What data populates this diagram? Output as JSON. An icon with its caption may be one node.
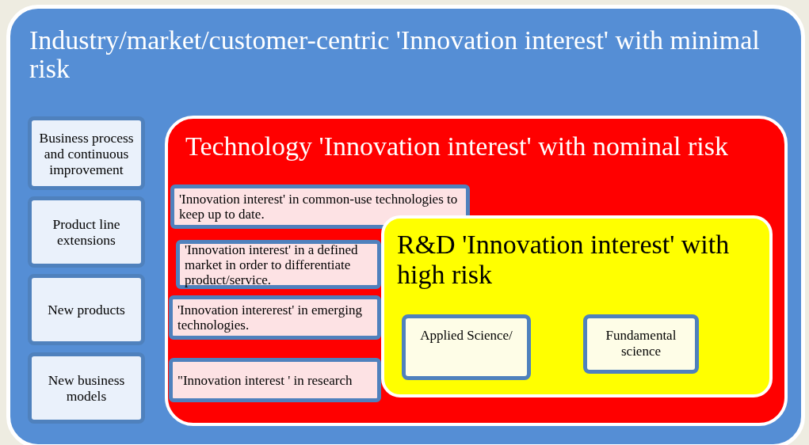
{
  "diagram": {
    "nodes": [
      {
        "text": [
          "Industry/market/customer-centric 'Innovation interest' with minimal risk"
        ]
      },
      {
        "text": [
          "Business process and continuous improvement"
        ],
        "in": 0
      },
      {
        "text": [
          "Product line extensions"
        ],
        "in": 0
      },
      {
        "text": [
          "New products"
        ],
        "in": 0
      },
      {
        "text": [
          "New business models"
        ],
        "in": 0
      },
      {
        "text": [
          "Technology 'Innovation interest' with nominal risk"
        ],
        "in": 0
      },
      {
        "text": [
          "'Innovation interest' in common-use technologies to keep up to date."
        ],
        "in": 5
      },
      {
        "text": [
          "'Innovation interest' in a defined market in order to  differentiate product/service."
        ],
        "in": 5
      },
      {
        "text": [
          "'Innovation intererest' in emerging technologies."
        ],
        "in": 5
      },
      {
        "text": [
          "\"Innovation interest ' in research"
        ],
        "in": 5
      },
      {
        "text": [
          "R&D 'Innovation interest' with high risk"
        ],
        "in": 5
      },
      {
        "text": [
          "Applied Science/"
        ],
        "in": 10
      },
      {
        "text": [
          "Fundamental science"
        ],
        "in": 10
      }
    ]
  }
}
